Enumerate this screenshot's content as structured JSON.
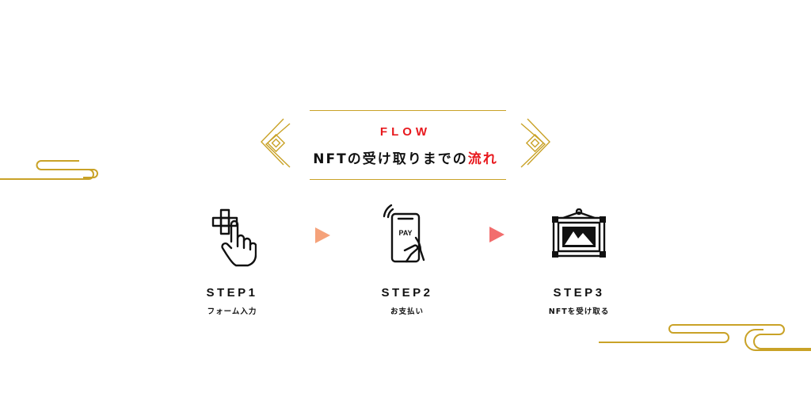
{
  "flow": {
    "label": "FLOW",
    "title": "NFTの受け取りまでの",
    "title_accent": "流れ"
  },
  "steps": [
    {
      "label": "STEP1",
      "description": "フォーム入力",
      "icon": "hand-pointer-form-icon"
    },
    {
      "label": "STEP2",
      "description": "お支払い",
      "icon": "smartphone-pay-icon"
    },
    {
      "label": "STEP3",
      "description": "NFTを受け取る",
      "icon": "framed-picture-icon"
    }
  ],
  "colors": {
    "accent_red": "#e8191e",
    "gold": "#c9a227",
    "arrow_1": "#f5a27a",
    "arrow_2": "#f26d6d"
  }
}
